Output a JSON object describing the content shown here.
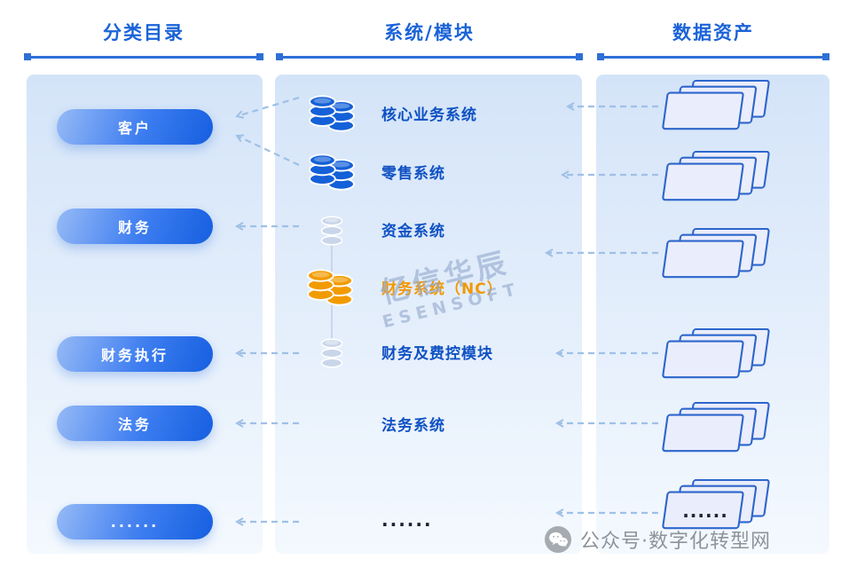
{
  "headers": {
    "catalog": "分类目录",
    "systems": "系统/模块",
    "assets": "数据资产"
  },
  "catalog_items": [
    {
      "label": "客户"
    },
    {
      "label": "财务"
    },
    {
      "label": "财务执行"
    },
    {
      "label": "法务"
    },
    {
      "label": "......"
    }
  ],
  "system_items": [
    {
      "label": "核心业务系统",
      "icon": "database-stack-blue"
    },
    {
      "label": "零售系统",
      "icon": "database-stack-blue"
    },
    {
      "label": "资金系统",
      "icon": "database-small-light"
    },
    {
      "label": "财务系统（NC）",
      "icon": "database-stack-orange"
    },
    {
      "label": "财务及费控模块",
      "icon": "database-small-light"
    },
    {
      "label": "法务系统",
      "icon": "none"
    },
    {
      "label": "......",
      "icon": "none"
    }
  ],
  "asset_stacks": [
    {
      "label": "",
      "icon": "documents-stack"
    },
    {
      "label": "",
      "icon": "documents-stack"
    },
    {
      "label": "",
      "icon": "documents-stack"
    },
    {
      "label": "",
      "icon": "documents-stack"
    },
    {
      "label": "",
      "icon": "documents-stack"
    },
    {
      "label": "......",
      "icon": "documents-stack"
    }
  ],
  "watermark": {
    "line1": "亿信华辰",
    "line2": "ESENSOFT"
  },
  "footer": {
    "account_text": "公众号·数字化转型网",
    "icon": "wechat-icon"
  },
  "colors": {
    "header_blue": "#1b63d8",
    "pill_blue": "#1d6ae8",
    "system_label_blue": "#0f51c3",
    "nc_orange": "#f39800",
    "arrow_blue": "#9fc0e6",
    "doc_stroke": "#2d66cc",
    "doc_fill": "#eaedfb"
  }
}
